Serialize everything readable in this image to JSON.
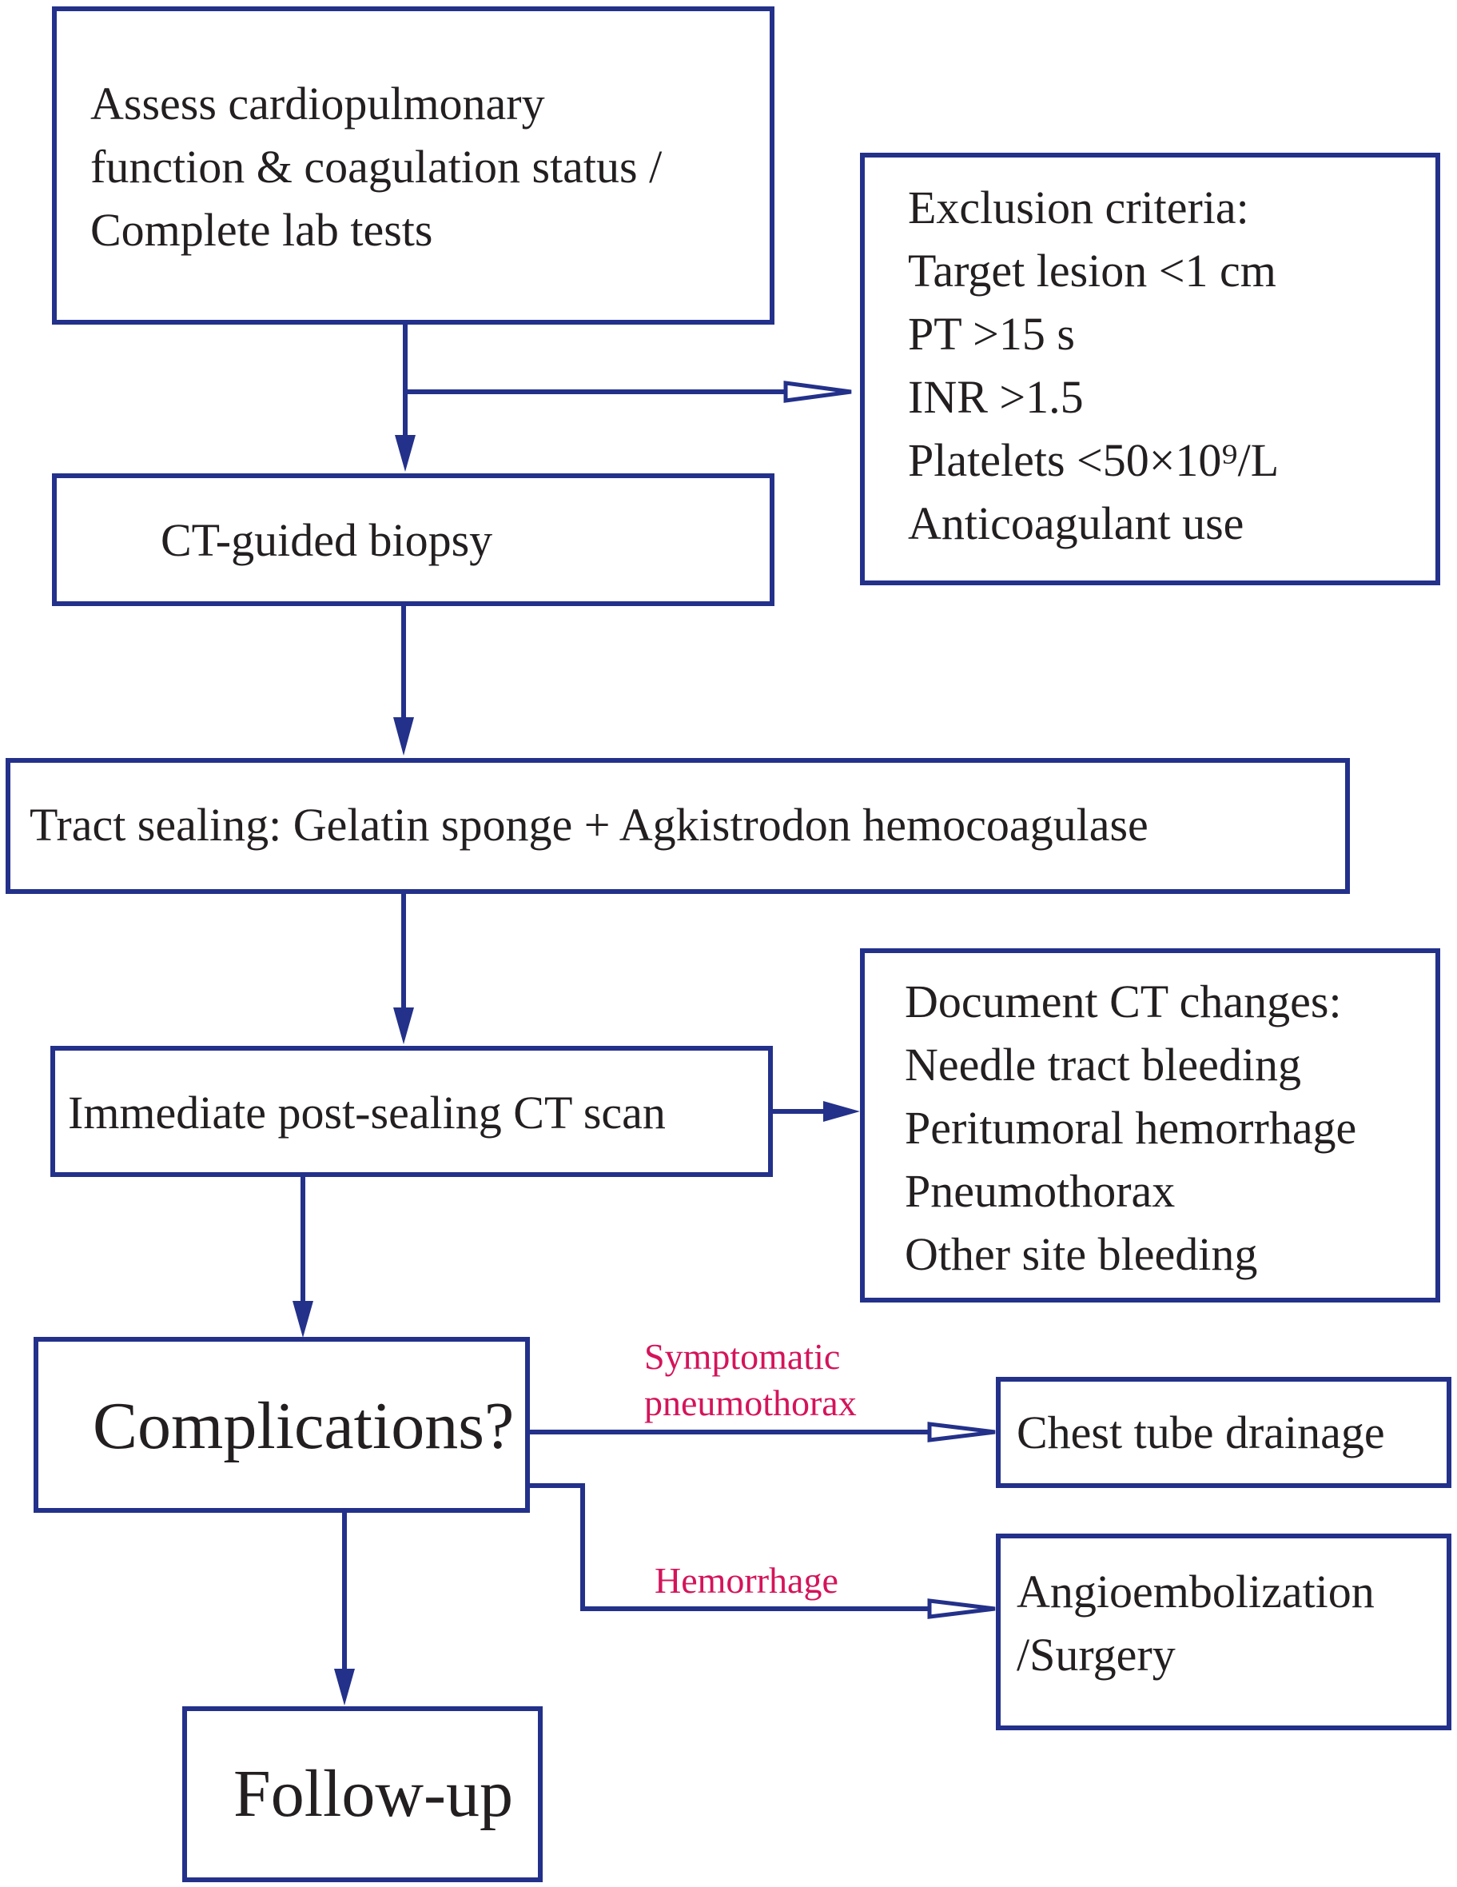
{
  "colors": {
    "stroke": "#23318a",
    "text": "#231f20",
    "edge_label": "#d4145a"
  },
  "nodes": {
    "assess": {
      "lines": [
        "Assess cardiopulmonary",
        "function & coagulation status /",
        "Complete lab tests"
      ]
    },
    "exclusion": {
      "lines": [
        "Exclusion criteria:",
        "Target lesion <1 cm",
        "PT >15 s",
        "INR >1.5",
        "Platelets <50×10⁹/L",
        "Anticoagulant use"
      ]
    },
    "biopsy": {
      "lines": [
        "CT-guided biopsy"
      ]
    },
    "sealing": {
      "lines": [
        "Tract sealing: Gelatin sponge + Agkistrodon hemocoagulase"
      ]
    },
    "postscan": {
      "lines": [
        "Immediate post-sealing CT scan"
      ]
    },
    "document": {
      "lines": [
        "Document CT changes:",
        "Needle tract bleeding",
        "Peritumoral hemorrhage",
        "Pneumothorax",
        "Other site bleeding"
      ]
    },
    "complications": {
      "lines": [
        "Complications?"
      ]
    },
    "chesttube": {
      "lines": [
        "Chest tube drainage"
      ]
    },
    "angio": {
      "lines": [
        "Angioembolization",
        "/Surgery"
      ]
    },
    "followup": {
      "lines": [
        "Follow-up"
      ]
    }
  },
  "edge_labels": {
    "pneumothorax": [
      "Symptomatic",
      "pneumothorax"
    ],
    "hemorrhage": [
      "Hemorrhage"
    ]
  }
}
